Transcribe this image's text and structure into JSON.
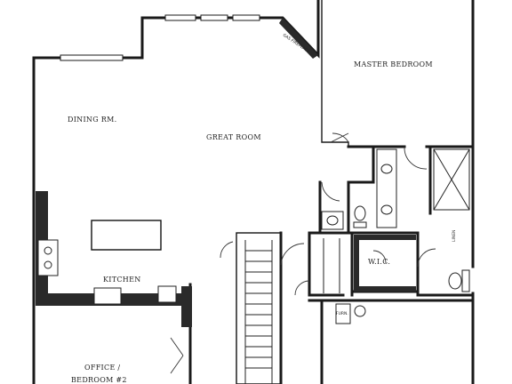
{
  "rooms": {
    "master_bedroom": "MASTER BEDROOM",
    "dining": "DINING RM.",
    "great_room": "GREAT ROOM",
    "kitchen": "KITCHEN",
    "wic": "W.I.C.",
    "office_line1": "OFFICE /",
    "office_line2": "BEDROOM #2"
  },
  "annotations": {
    "gas_fireplace": "GAS FIREPLACE",
    "furn": "FURN.",
    "linen": "LINEN"
  }
}
